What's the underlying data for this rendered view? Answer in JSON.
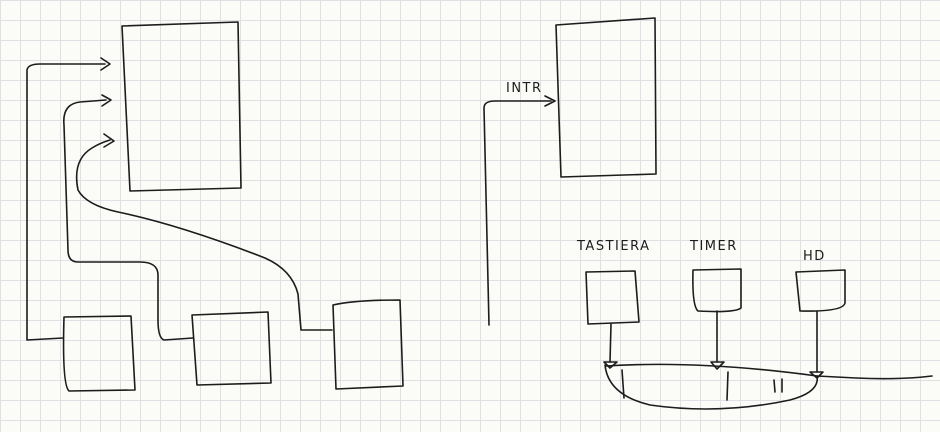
{
  "labels": {
    "intr": "INTR",
    "keyboard": "TASTIERA",
    "timer": "TIMER",
    "hd": "HD"
  }
}
